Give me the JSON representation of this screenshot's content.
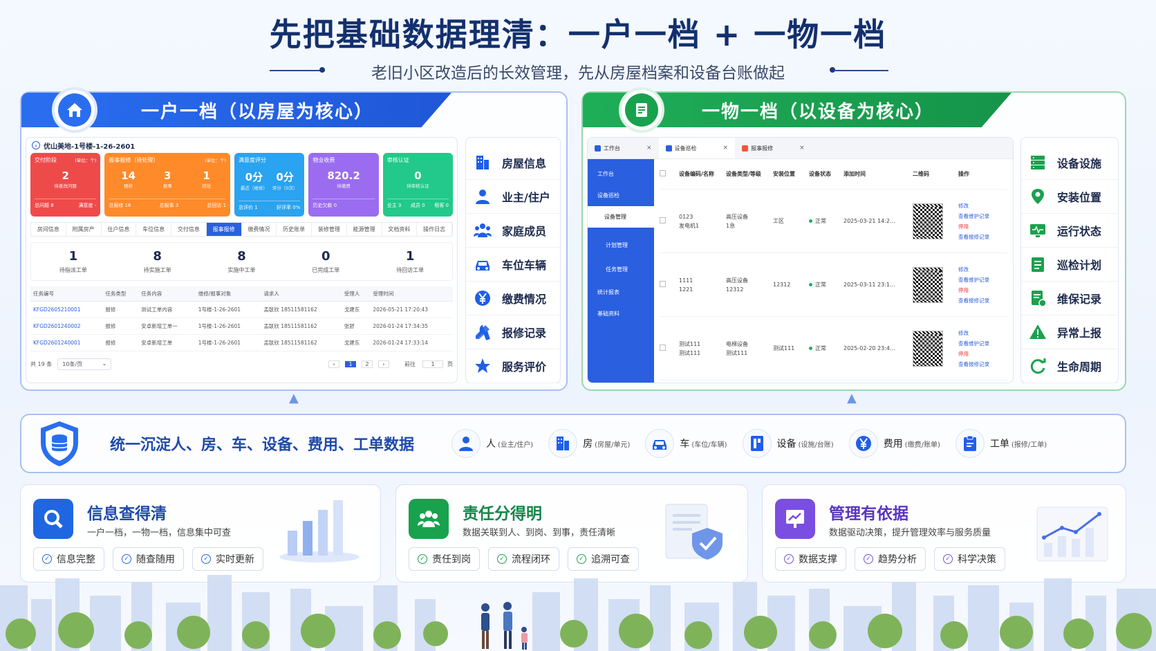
{
  "header": {
    "title": "先把基础数据理清：一户一档 + 一物一档",
    "subtitle": "老旧小区改造后的长效管理，先从房屋档案和设备台账做起"
  },
  "left": {
    "banner": "一户一档（以房屋为核心）",
    "icon": "house-icon",
    "address": "优山美地-1号楼-1-26-2601",
    "stats": [
      {
        "title": "交付阶段",
        "unit": "(单位：个)",
        "vals": [
          {
            "n": "2",
            "l": "待查改问题"
          }
        ],
        "foot": [
          "总问题 8",
          "满意度 -"
        ],
        "color": "#ef4a4a"
      },
      {
        "title": "报事报修（待处理）",
        "unit": "(单位：个)",
        "vals": [
          {
            "n": "14",
            "l": "报修"
          },
          {
            "n": "3",
            "l": "报事"
          },
          {
            "n": "1",
            "l": "回访"
          }
        ],
        "foot": [
          "总报修 16",
          "总报事 3",
          "总回访 1"
        ],
        "color": "#ff8a2a"
      },
      {
        "title": "满意度评分",
        "unit": "",
        "vals": [
          {
            "n": "0分",
            "l": "最近（维修）"
          },
          {
            "n": "0分",
            "l": "评分（0次）"
          }
        ],
        "foot": [
          "总评价 1",
          "好评率 0%"
        ],
        "color": "#2aa3f0"
      },
      {
        "title": "物业收费",
        "unit": "",
        "vals": [
          {
            "n": "820.2",
            "l": "待缴费"
          }
        ],
        "foot": [
          "历史欠款 0"
        ],
        "color": "#9b6cf0"
      },
      {
        "title": "审核认证",
        "unit": "",
        "vals": [
          {
            "n": "0",
            "l": "待审核认证"
          }
        ],
        "foot": [
          "业主 3",
          "成员 0",
          "租客 0"
        ],
        "color": "#22c98a"
      }
    ],
    "tabs": [
      "房间信息",
      "附属房产",
      "住户信息",
      "车位信息",
      "交付信息",
      "报事报修",
      "缴费情况",
      "历史账单",
      "装修管理",
      "能源管理",
      "文档资料",
      "操作日志"
    ],
    "active_tab": "报事报修",
    "kpis": [
      {
        "n": "1",
        "l": "待指派工单"
      },
      {
        "n": "8",
        "l": "待实施工单"
      },
      {
        "n": "8",
        "l": "实施中工单"
      },
      {
        "n": "0",
        "l": "已完成工单"
      },
      {
        "n": "1",
        "l": "待回访工单"
      }
    ],
    "table": {
      "headers": [
        "任务编号",
        "任务类型",
        "任务内容",
        "维修/报事对象",
        "请求人",
        "受理人",
        "受理时间"
      ],
      "rows": [
        [
          "KFGD2605210001",
          "报修",
          "测试工单内容",
          "1号楼-1-26-2601",
          "孟联欣 18511581162",
          "戈建东",
          "2026-05-21 17:20:43"
        ],
        [
          "KFGD2601240002",
          "报修",
          "安卓新增工单一",
          "1号楼-1-26-2601",
          "孟联欣 18511581162",
          "张舒",
          "2026-01-24 17:34:35"
        ],
        [
          "KFGD2601240001",
          "报修",
          "安卓新增工单",
          "1号楼-1-26-2601",
          "孟联欣 18511581162",
          "戈建东",
          "2026-01-24 17:33:14"
        ]
      ]
    },
    "pager": {
      "total": "共 19 条",
      "size": "10条/页",
      "pages": [
        "1",
        "2"
      ],
      "goto": "前往",
      "page": "1",
      "page_suffix": "页"
    },
    "side": [
      {
        "icon": "building-icon",
        "label": "房屋信息"
      },
      {
        "icon": "user-icon",
        "label": "业主/住户"
      },
      {
        "icon": "family-icon",
        "label": "家庭成员"
      },
      {
        "icon": "car-icon",
        "label": "车位车辆"
      },
      {
        "icon": "yen-icon",
        "label": "缴费情况"
      },
      {
        "icon": "tools-icon",
        "label": "报修记录"
      },
      {
        "icon": "star-icon",
        "label": "服务评价"
      }
    ]
  },
  "right": {
    "banner": "一物一档（以设备为核心）",
    "icon": "document-icon",
    "tabs": [
      {
        "icon": "workbench-icon",
        "label": "工作台"
      },
      {
        "icon": "inspect-icon",
        "label": "设备巡检"
      },
      {
        "icon": "repair-icon",
        "label": "报事报修"
      }
    ],
    "nav": [
      "工作台",
      "设备巡检",
      "设备管理",
      "计划管理",
      "任务管理",
      "统计报表",
      "基础资料"
    ],
    "headers": [
      "设备编码/名称",
      "设备类型/等级",
      "安装位置",
      "设备状态",
      "添加时间",
      "二维码",
      "操作"
    ],
    "rows": [
      {
        "code": "0123",
        "name": "发电机1",
        "type": "高压设备",
        "level": "1急",
        "loc": "工区",
        "status": "正常",
        "time": "2025-03-21 14:2..."
      },
      {
        "code": "1111",
        "name": "1221",
        "type": "高压设备",
        "level": "12312",
        "loc": "12312",
        "status": "正常",
        "time": "2025-03-11 23:1..."
      },
      {
        "code": "测试111",
        "name": "测试111",
        "type": "电梯设备",
        "level": "测试111",
        "loc": "测试111",
        "status": "正常",
        "time": "2025-02-20 23:4..."
      }
    ],
    "ops": [
      "修改",
      "查看维护记录",
      "停用",
      "查看报修记录"
    ],
    "side": [
      {
        "icon": "server-icon",
        "label": "设备设施"
      },
      {
        "icon": "location-icon",
        "label": "安装位置"
      },
      {
        "icon": "monitor-icon",
        "label": "运行状态"
      },
      {
        "icon": "checklist-icon",
        "label": "巡检计划"
      },
      {
        "icon": "record-icon",
        "label": "维保记录"
      },
      {
        "icon": "warning-icon",
        "label": "异常上报"
      },
      {
        "icon": "cycle-icon",
        "label": "生命周期"
      }
    ]
  },
  "ribbon": {
    "title": "统一沉淀人、房、车、设备、费用、工单数据",
    "items": [
      {
        "icon": "user-icon",
        "label": "人",
        "sub": "(业主/住户)"
      },
      {
        "icon": "building-icon",
        "label": "房",
        "sub": "(房屋/单元)"
      },
      {
        "icon": "car-icon",
        "label": "车",
        "sub": "(车位/车辆)"
      },
      {
        "icon": "device-icon",
        "label": "设备",
        "sub": "(设施/台账)"
      },
      {
        "icon": "yen-icon",
        "label": "费用",
        "sub": "(缴费/账单)"
      },
      {
        "icon": "clipboard-icon",
        "label": "工单",
        "sub": "(报修/工单)"
      }
    ]
  },
  "bottom": [
    {
      "title": "信息查得清",
      "desc": "一户一档，一物一档，信息集中可查",
      "chips": [
        "信息完整",
        "随查随用",
        "实时更新"
      ],
      "color": "#1f67e0"
    },
    {
      "title": "责任分得明",
      "desc": "数据关联到人、到岗、到事，责任清晰",
      "chips": [
        "责任到岗",
        "流程闭环",
        "追溯可查"
      ],
      "color": "#18a24e"
    },
    {
      "title": "管理有依据",
      "desc": "数据驱动决策，提升管理效率与服务质量",
      "chips": [
        "数据支撑",
        "趋势分析",
        "科学决策"
      ],
      "color": "#7a4ee0"
    }
  ]
}
